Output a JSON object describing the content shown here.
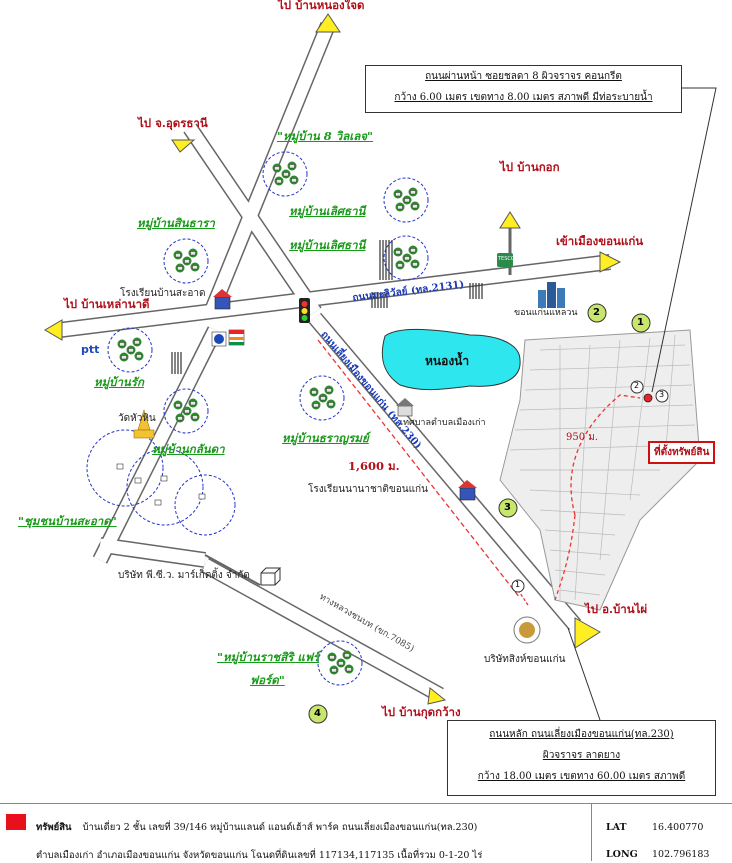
{
  "labels": {
    "to_nong_jod": "ไป บ้านหนองใจด",
    "to_udon": "ไป จ.อุดรธานี",
    "to_nong_kok": "ไป บ้านกอก",
    "to_khonkaen_city": "เข้าเมืองขอนแก่น",
    "to_lao_na_di": "ไป บ้านเหล่านาดี",
    "to_ban_phai": "ไป อ.บ้านไผ่",
    "to_kud_kwang": "ไป บ้านกุดกว้าง",
    "village_8_village": "\"หมู่บ้าน 8 วิลเลจ\"",
    "village_lertsathani_1": "หมู่บ้านเลิศธานี",
    "village_lertsathani_2": "หมู่บ้านเลิศธานี",
    "village_sintara": "หมู่บ้านสินธารา",
    "village_rak": "หมู่บ้านรัก",
    "village_kalanta": "หมู่บ้านกลันดา",
    "village_saranrom": "หมู่บ้านธราญรมย์",
    "village_ratchasiri_1": "\"หมู่บ้านราชสิริ แฟร์",
    "village_ratchasiri_2": "ฟอร์ด\"",
    "community_sa_at": "\"ชุมชนบ้านสะอาด\"",
    "school_ban_sa_at": "โรงเรียนบ้านสะอาด",
    "school_intl": "โรงเรียนนานาชาติขอนแก่น",
    "temple": "วัดหัวหิน",
    "company_pc": "บริษัท พี.ซี.ว. มาร์เก็ตติ้ง จำกัด",
    "company_singha": "บริษัทสิงห์ขอนแก่น",
    "municipality": "เทศบาลตำบลเมืองเก่า",
    "pond": "หนองน้ำ",
    "khonkaen_homepro": "ขอนแก่นแหลวน",
    "road_mittraphap": "ถนนมะลิวัลย์ (ทล.2131)",
    "road_bypass": "ถนนเลี่ยงเมืองขอนแก่น (ทล.230)",
    "road_rural": "ทางหลวงชนบท (ขก.7085)",
    "dist_1600": "1,600 ม.",
    "dist_950": "950 ม.",
    "property_marker": "ที่ตั้งทรัพย์สิน",
    "ptt": "ptt",
    "tesco": "TESCO Lotus"
  },
  "top_box": {
    "line1": "ถนนผ่านหน้า ซอยชลดา 8 ผิวจราจร คอนกรีต",
    "line2": "กว้าง 6.00 เมตร เขตทาง 8.00 เมตร สภาพดี มีท่อระบายน้ำ"
  },
  "bottom_box": {
    "line1": "ถนนหลัก ถนนเลี่ยงเมืองขอนแก่น(ทล.230)",
    "line2": "ผิวจราจร ลาดยาง",
    "line3": "กว้าง 18.00 เมตร เขตทาง 60.00 เมตร สภาพดี"
  },
  "circles": {
    "c1": "1",
    "c2": "2",
    "c3": "3",
    "c4": "4",
    "s1": "1",
    "s2": "2",
    "s3": "3"
  },
  "footer": {
    "title": "ทรัพย์สิน",
    "line1": "บ้านเดี่ยว 2 ชั้น เลขที่ 39/146 หมู่บ้านแลนด์ แอนด์เฮ้าส์ พาร์ค ถนนเลี่ยงเมืองขอนแก่น(ทล.230)",
    "line2": "ตำบลเมืองเก่า อำเภอเมืองขอนแก่น จังหวัดขอนแก่น โฉนดที่ดินเลขที่ 117134,117135 เนื้อที่รวม 0-1-20 ไร่",
    "lat_label": "LAT",
    "lat_value": "16.400770",
    "long_label": "LONG",
    "long_value": "102.796183"
  },
  "colors": {
    "road": "#ffffff",
    "road_edge": "#666666",
    "arrow": "#ffee22",
    "pond": "#2ee6ee",
    "village_ring": "#2233cc",
    "title_red": "#b0101a",
    "green": "#1a9a1a"
  }
}
